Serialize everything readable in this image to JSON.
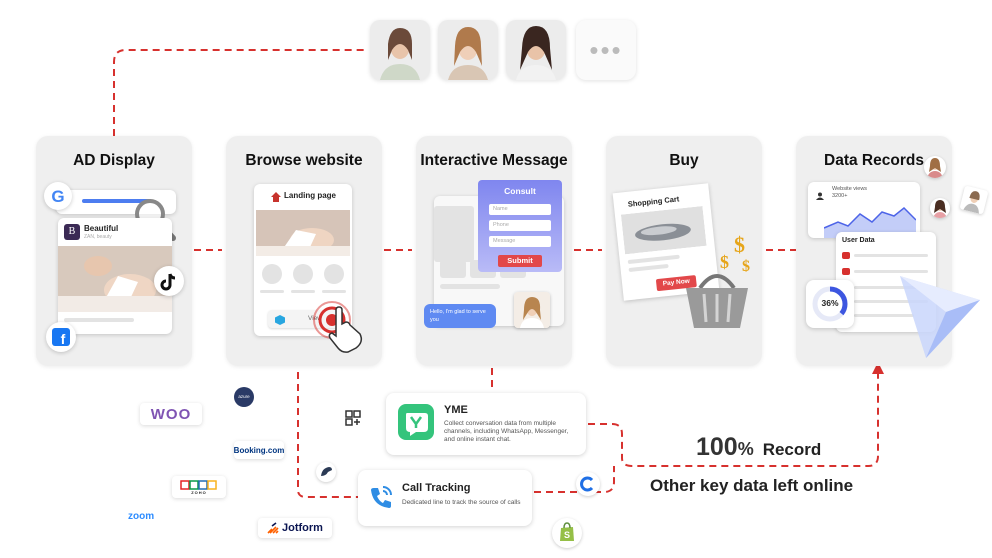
{
  "steps": [
    {
      "title": "AD Display"
    },
    {
      "title": "Browse website"
    },
    {
      "title": "Interactive Message"
    },
    {
      "title": "Buy"
    },
    {
      "title": "Data Records"
    }
  ],
  "ad_display": {
    "brand_name": "Beautiful",
    "brand_sub": "ZAN, beauty",
    "brand_initial": "B"
  },
  "browse": {
    "landing_label": "Landing page",
    "view_label": "View"
  },
  "message": {
    "consult_title": "Consult",
    "fields": [
      "Name",
      "Phone",
      "Message"
    ],
    "submit_label": "Submit",
    "chat_text": "Hello, I'm glad to serve you"
  },
  "buy": {
    "cart_title": "Shopping Cart",
    "pay_label": "Pay Now",
    "dollar_glyph": "$"
  },
  "records": {
    "views_label": "Website views",
    "views_value": "3200+",
    "user_data_label": "User Data",
    "percent": "36%"
  },
  "yme": {
    "title": "YME",
    "desc": "Collect conversation data from multiple channels, including WhatsApp, Messenger, and online instant chat."
  },
  "call_tracking": {
    "title": "Call Tracking",
    "desc": "Dedicated line to track the source of calls"
  },
  "stats": {
    "percent_number": "100",
    "percent_sign": "%",
    "record_word": "Record",
    "caption": "Other key data left online"
  },
  "logos": {
    "woo": "WOO",
    "booking": "Booking.com",
    "zoom": "zoom",
    "jotform": "Jotform",
    "zoho": "ZOHO",
    "azure": "azure"
  },
  "colors": {
    "accent_red": "#d7312e",
    "yme_green": "#34c47c",
    "facebook_blue": "#1877f2",
    "consult_purple": "#8a8ff0",
    "woo_purple": "#7f54b3"
  }
}
